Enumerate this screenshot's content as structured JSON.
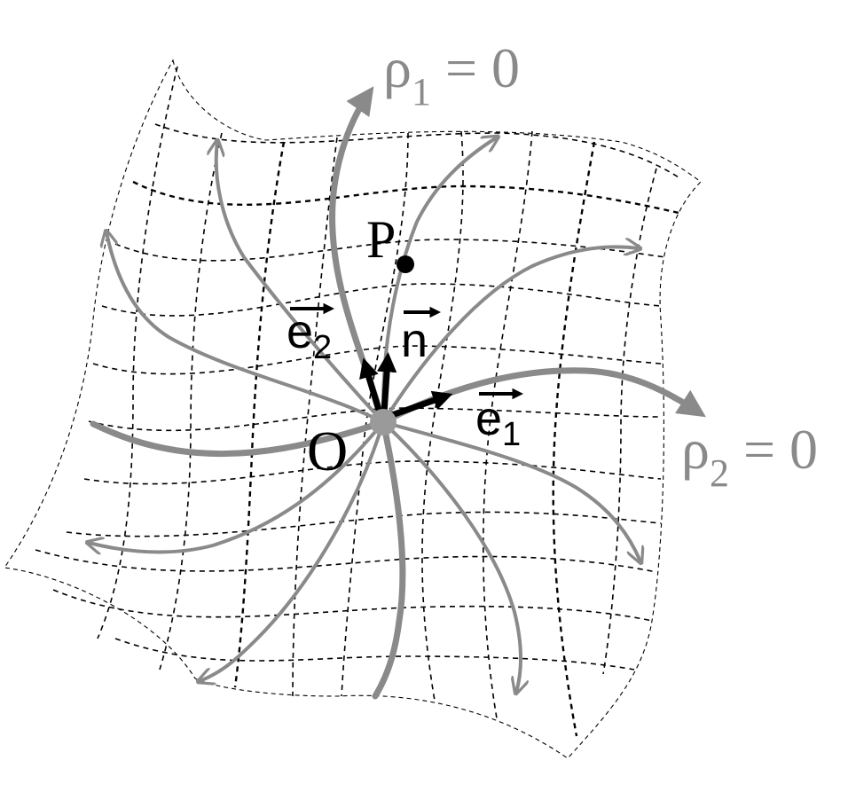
{
  "labels": {
    "rho1_symbol": "ρ",
    "rho1_sub": "1",
    "rho1_eq": " = 0",
    "rho2_symbol": "ρ",
    "rho2_sub": "2",
    "rho2_eq": " = 0",
    "point_p": "P",
    "origin": "O",
    "e1_base": "e",
    "e1_sub": "1",
    "e2_base": "e",
    "e2_sub": "2",
    "n": "n"
  },
  "colors": {
    "curve_gray": "#8a8a8a",
    "ink": "#000000",
    "origin_dot": "#9a9a9a"
  }
}
